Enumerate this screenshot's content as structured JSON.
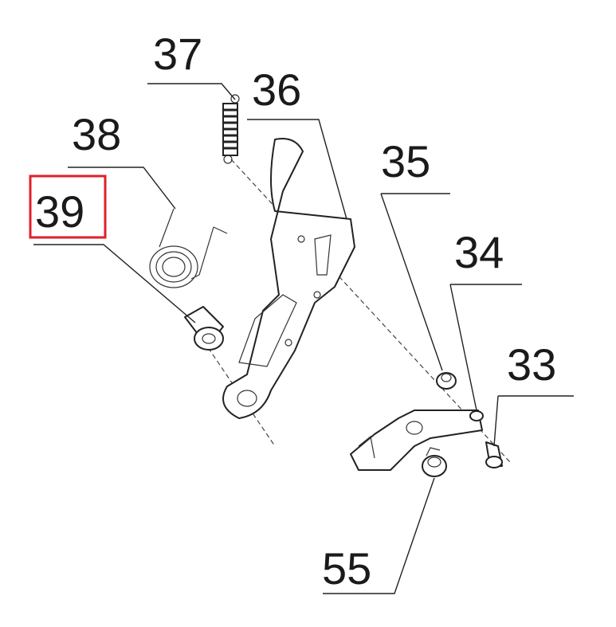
{
  "diagram": {
    "callouts": [
      {
        "id": "37",
        "label": "37",
        "highlighted": false
      },
      {
        "id": "36",
        "label": "36",
        "highlighted": false
      },
      {
        "id": "38",
        "label": "38",
        "highlighted": false
      },
      {
        "id": "39",
        "label": "39",
        "highlighted": true
      },
      {
        "id": "35",
        "label": "35",
        "highlighted": false
      },
      {
        "id": "34",
        "label": "34",
        "highlighted": false
      },
      {
        "id": "33",
        "label": "33",
        "highlighted": false
      },
      {
        "id": "55",
        "label": "55",
        "highlighted": false
      }
    ],
    "highlight_color": "#e0202a"
  }
}
